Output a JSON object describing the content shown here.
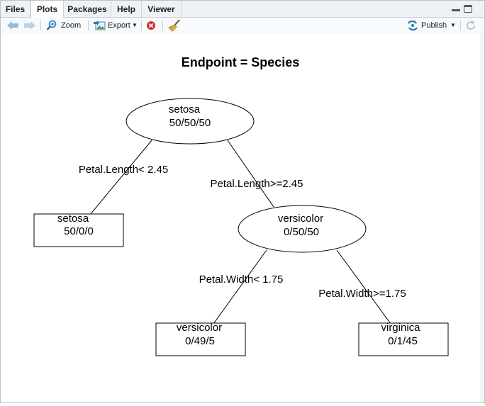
{
  "tabs": [
    {
      "label": "Files"
    },
    {
      "label": "Plots"
    },
    {
      "label": "Packages"
    },
    {
      "label": "Help"
    },
    {
      "label": "Viewer"
    }
  ],
  "toolbar": {
    "zoom_label": "Zoom",
    "export_label": "Export",
    "publish_label": "Publish"
  },
  "icons": {
    "back": "arrow-left-icon",
    "forward": "arrow-right-icon",
    "zoom": "magnifier-icon",
    "export": "export-image-icon",
    "remove": "remove-plot-icon",
    "clear": "broom-icon",
    "publish": "publish-icon",
    "refresh": "refresh-icon",
    "minimize": "minimize-icon",
    "maximize": "maximize-icon"
  },
  "colors": {
    "accent": "#2a7ab8",
    "remove": "#d9322b",
    "line": "#000000"
  },
  "plot": {
    "title": "Endpoint = Species",
    "nodes": [
      {
        "label": "setosa",
        "counts": "50/50/50"
      },
      {
        "label": "setosa",
        "counts": "50/0/0"
      },
      {
        "label": "versicolor",
        "counts": "0/50/50"
      },
      {
        "label": "versicolor",
        "counts": "0/49/5"
      },
      {
        "label": "virginica",
        "counts": "0/1/45"
      }
    ],
    "splits": [
      "Petal.Length< 2.45",
      "Petal.Length>=2.45",
      "Petal.Width< 1.75",
      "Petal.Width>=1.75"
    ]
  }
}
